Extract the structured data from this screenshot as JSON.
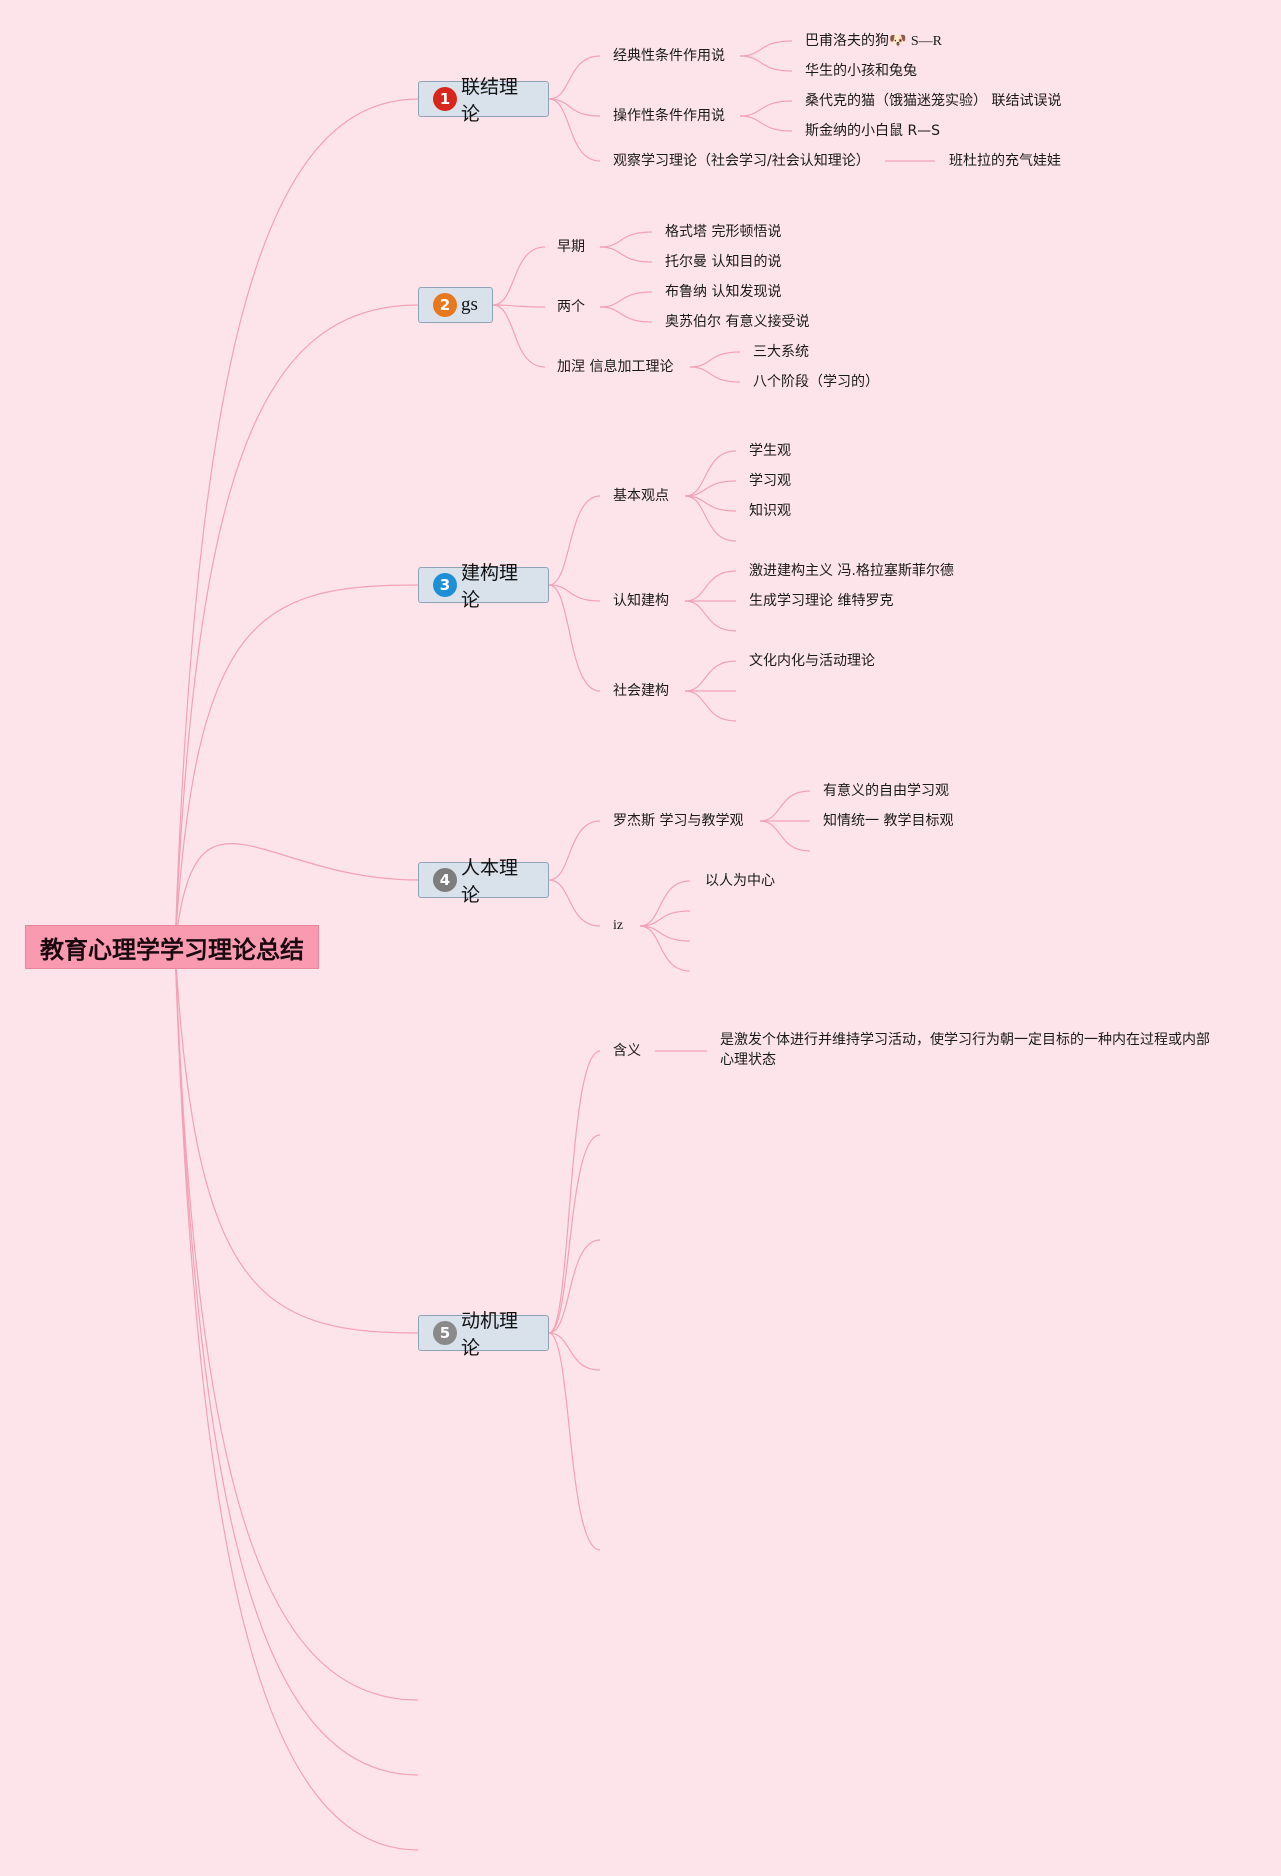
{
  "colors": {
    "background": "#fde4ea",
    "root_fill": "#f99ab0",
    "branch_fill": "#d9e1ea",
    "branch_border": "#8fa2b6",
    "link": "#f2a2b6"
  },
  "root": {
    "label": "教育心理学学习理论总结"
  },
  "branches": [
    {
      "num": "1",
      "badge_color": "#d9261c",
      "label": "联结理论",
      "children": [
        {
          "label": "经典性条件作用说",
          "children": [
            {
              "label": "巴甫洛夫的狗",
              "icon": "dog-icon",
              "tail": "S—R"
            },
            {
              "label": "华生的小孩和兔兔"
            }
          ]
        },
        {
          "label": "操作性条件作用说",
          "children": [
            {
              "label": "桑代克的猫（饿猫迷笼实验） 联结试误说"
            },
            {
              "label": "斯金纳的小白鼠 R—S"
            }
          ]
        },
        {
          "label": "观察学习理论（社会学习/社会认知理论）",
          "children": [
            {
              "label": "班杜拉的充气娃娃"
            }
          ]
        }
      ]
    },
    {
      "num": "2",
      "badge_color": "#e8781e",
      "label": "gs",
      "children": [
        {
          "label": "早期",
          "children": [
            {
              "label": "格式塔 完形顿悟说"
            },
            {
              "label": "托尔曼 认知目的说"
            }
          ]
        },
        {
          "label": "两个",
          "children": [
            {
              "label": "布鲁纳 认知发现说"
            },
            {
              "label": "奥苏伯尔 有意义接受说"
            }
          ]
        },
        {
          "label": "加涅 信息加工理论",
          "children": [
            {
              "label": "三大系统"
            },
            {
              "label": "八个阶段（学习的）"
            }
          ]
        }
      ]
    },
    {
      "num": "3",
      "badge_color": "#1e8fd6",
      "label": "建构理论",
      "children": [
        {
          "label": "基本观点",
          "children": [
            {
              "label": "学生观"
            },
            {
              "label": "学习观"
            },
            {
              "label": "知识观"
            },
            {
              "label": ""
            }
          ]
        },
        {
          "label": "认知建构",
          "children": [
            {
              "label": "激进建构主义 冯.格拉塞斯菲尔德"
            },
            {
              "label": "生成学习理论 维特罗克"
            },
            {
              "label": ""
            }
          ]
        },
        {
          "label": "社会建构",
          "children": [
            {
              "label": "文化内化与活动理论"
            },
            {
              "label": ""
            },
            {
              "label": ""
            }
          ]
        }
      ]
    },
    {
      "num": "4",
      "badge_color": "#7d7d7d",
      "label": "人本理论",
      "children": [
        {
          "label": "罗杰斯 学习与教学观",
          "children": [
            {
              "label": "有意义的自由学习观"
            },
            {
              "label": "知情统一 教学目标观"
            },
            {
              "label": ""
            }
          ]
        },
        {
          "label": "iz",
          "children": [
            {
              "label": "以人为中心"
            },
            {
              "label": ""
            },
            {
              "label": ""
            },
            {
              "label": ""
            }
          ]
        }
      ]
    },
    {
      "num": "5",
      "badge_color": "#8a8a8a",
      "label": "动机理论",
      "children": [
        {
          "label": "含义",
          "children": [
            {
              "label": "是激发个体进行并维持学习活动，使学习行为朝一定目标的一种内在过程或内部心理状态"
            }
          ]
        },
        {
          "label": ""
        },
        {
          "label": ""
        },
        {
          "label": ""
        },
        {
          "label": ""
        }
      ]
    }
  ]
}
